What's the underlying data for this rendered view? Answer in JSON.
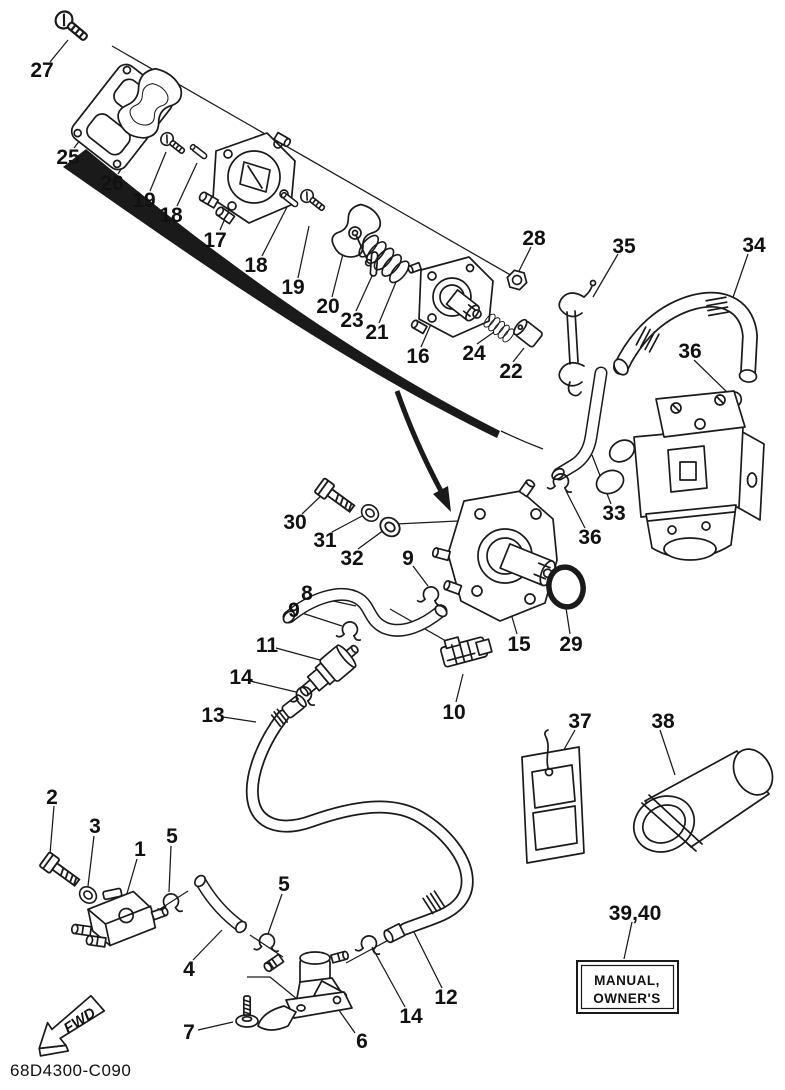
{
  "diagram": {
    "background": "#ffffff",
    "line_color": "#1a1a1a",
    "drawing_code": "68D4300-C090",
    "fwd_label": "FWD",
    "manual_box": {
      "line1": "MANUAL,",
      "line2": "OWNER'S"
    },
    "callouts": [
      {
        "label": "27"
      },
      {
        "label": "25"
      },
      {
        "label": "26"
      },
      {
        "label": "19"
      },
      {
        "label": "18"
      },
      {
        "label": "17"
      },
      {
        "label": "18"
      },
      {
        "label": "19"
      },
      {
        "label": "20"
      },
      {
        "label": "23"
      },
      {
        "label": "21"
      },
      {
        "label": "16"
      },
      {
        "label": "24"
      },
      {
        "label": "22"
      },
      {
        "label": "28"
      },
      {
        "label": "35"
      },
      {
        "label": "34"
      },
      {
        "label": "36"
      },
      {
        "label": "33"
      },
      {
        "label": "36"
      },
      {
        "label": "30"
      },
      {
        "label": "31"
      },
      {
        "label": "32"
      },
      {
        "label": "9"
      },
      {
        "label": "8"
      },
      {
        "label": "9"
      },
      {
        "label": "15"
      },
      {
        "label": "29"
      },
      {
        "label": "10"
      },
      {
        "label": "11"
      },
      {
        "label": "14"
      },
      {
        "label": "13"
      },
      {
        "label": "2"
      },
      {
        "label": "3"
      },
      {
        "label": "1"
      },
      {
        "label": "5"
      },
      {
        "label": "4"
      },
      {
        "label": "5"
      },
      {
        "label": "7"
      },
      {
        "label": "6"
      },
      {
        "label": "12"
      },
      {
        "label": "14"
      },
      {
        "label": "37"
      },
      {
        "label": "38"
      },
      {
        "label": "39,40"
      }
    ]
  }
}
